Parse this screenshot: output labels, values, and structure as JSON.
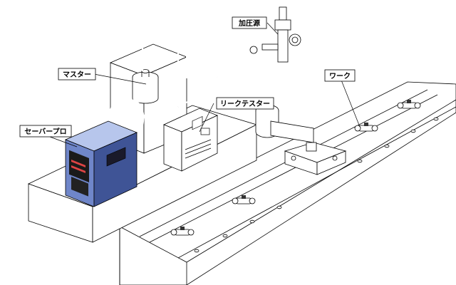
{
  "labels": {
    "pressure_source": "加圧源",
    "master": "マスター",
    "work": "ワーク",
    "leak_tester": "リークテスター",
    "saver_pro": "セーバープロ"
  },
  "colors": {
    "saver_pro_body": "#6f86c9",
    "saver_pro_side": "#3f5496",
    "saver_pro_top": "#b7c6ec",
    "line": "#000000",
    "background": "#ffffff"
  }
}
